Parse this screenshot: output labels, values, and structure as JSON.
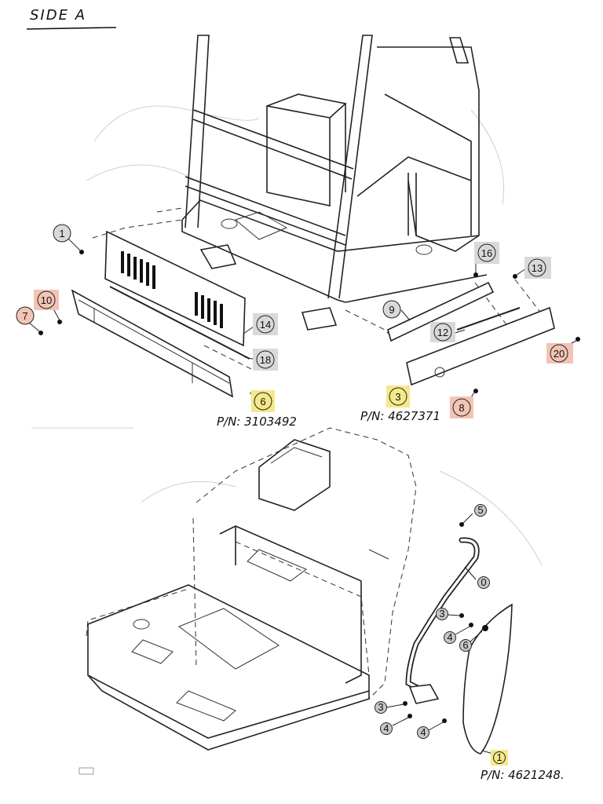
{
  "header": {
    "title": "SIDE A"
  },
  "top_assembly": {
    "pn_left": "P/N: 3103492",
    "pn_right": "P/N: 4627371",
    "callouts": [
      {
        "label": "1",
        "color": "#d9d9d9"
      },
      {
        "label": "10",
        "color": "#f2c4b4"
      },
      {
        "label": "7",
        "color": "#f2c4b4"
      },
      {
        "label": "14",
        "color": "#d9d9d9"
      },
      {
        "label": "18",
        "color": "#d9d9d9"
      },
      {
        "label": "6",
        "color": "#f4e98a"
      },
      {
        "label": "16",
        "color": "#d9d9d9"
      },
      {
        "label": "13",
        "color": "#d9d9d9"
      },
      {
        "label": "9",
        "color": "#d9d9d9"
      },
      {
        "label": "12",
        "color": "#d9d9d9"
      },
      {
        "label": "20",
        "color": "#f2c4b4"
      },
      {
        "label": "3",
        "color": "#f4e98a"
      },
      {
        "label": "8",
        "color": "#f2c4b4"
      }
    ]
  },
  "bottom_assembly": {
    "pn": "P/N: 4621248.",
    "callouts": [
      {
        "label": "5",
        "color": "#c8c8c8"
      },
      {
        "label": "0",
        "color": "#c8c8c8"
      },
      {
        "label": "3",
        "color": "#c8c8c8"
      },
      {
        "label": "4",
        "color": "#c8c8c8"
      },
      {
        "label": "6",
        "color": "#c8c8c8"
      },
      {
        "label": "3",
        "color": "#c8c8c8"
      },
      {
        "label": "4",
        "color": "#c8c8c8"
      },
      {
        "label": "4",
        "color": "#c8c8c8"
      },
      {
        "label": "1",
        "color": "#f4e98a"
      }
    ]
  }
}
